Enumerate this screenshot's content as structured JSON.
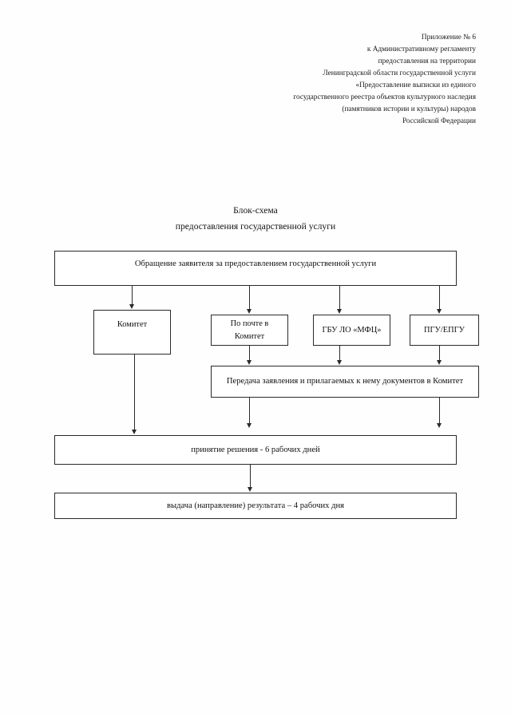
{
  "document": {
    "header_lines": [
      "Приложение № 6",
      "к Административному регламенту",
      "предоставления  на территории",
      "Ленинградской области государственной услуги",
      "«Предоставление выписки из единого",
      "государственного реестра объектов культурного наследия",
      "(памятников истории и культуры) народов",
      "Российской Федерации"
    ],
    "title_lines": [
      "Блок-схема",
      "предоставления государственной услуги"
    ]
  },
  "flowchart": {
    "type": "flowchart",
    "nodes": [
      {
        "id": "request",
        "label": "Обращение заявителя за предоставлением государственной услуги"
      },
      {
        "id": "committee",
        "label": "Комитет"
      },
      {
        "id": "mail",
        "label": "По почте в Комитет"
      },
      {
        "id": "mfc",
        "label": "ГБУ ЛО «МФЦ»"
      },
      {
        "id": "pgu",
        "label": "ПГУ/ЕПГУ"
      },
      {
        "id": "transfer",
        "label": "Передача заявления и прилагаемых к нему документов в Комитет"
      },
      {
        "id": "decision",
        "label": "принятие  решения - 6 рабочих дней"
      },
      {
        "id": "result",
        "label": "выдача (направление) результата – 4 рабочих дня"
      }
    ],
    "edges": [
      {
        "from": "request",
        "to": "committee"
      },
      {
        "from": "request",
        "to": "mail"
      },
      {
        "from": "request",
        "to": "mfc"
      },
      {
        "from": "request",
        "to": "pgu"
      },
      {
        "from": "mail",
        "to": "transfer"
      },
      {
        "from": "mfc",
        "to": "transfer"
      },
      {
        "from": "pgu",
        "to": "transfer"
      },
      {
        "from": "committee",
        "to": "decision"
      },
      {
        "from": "transfer",
        "to": "decision"
      },
      {
        "from": "decision",
        "to": "result"
      }
    ],
    "colors": {
      "border": "#2a2a2a",
      "background": "#ffffff",
      "text": "#111111"
    }
  }
}
